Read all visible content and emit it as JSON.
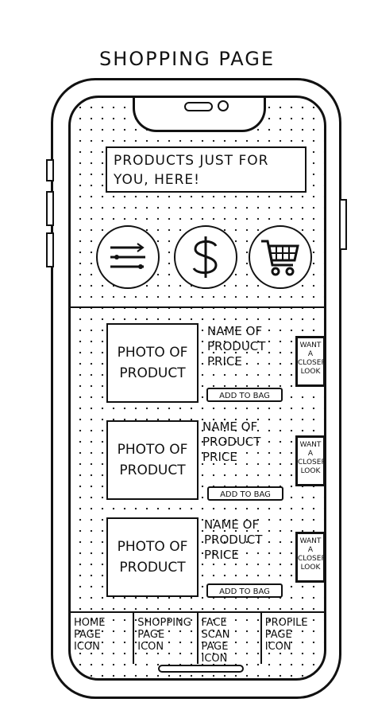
{
  "title": "SHOPPING PAGE",
  "banner": {
    "line1": "PRODUCTS JUST FOR",
    "line2": "YOU, HERE!"
  },
  "quick_actions": [
    {
      "icon": "filter-sliders-icon"
    },
    {
      "icon": "dollar-icon"
    },
    {
      "icon": "cart-icon"
    }
  ],
  "products": [
    {
      "photo_line1": "PHOTO OF",
      "photo_line2": "PRODUCT",
      "name_line1": "NAME OF",
      "name_line2": "PRODUCT",
      "price": "PRICE",
      "add": "ADD TO BAG",
      "closer": [
        "WANT",
        "A",
        "CLOSER",
        "LOOK"
      ]
    },
    {
      "photo_line1": "PHOTO OF",
      "photo_line2": "PRODUCT",
      "name_line1": "NAME OF",
      "name_line2": "PRODUCT",
      "price": "PRICE",
      "add": "ADD TO BAG",
      "closer": [
        "WANT",
        "A",
        "CLOSER",
        "LOOK"
      ]
    },
    {
      "photo_line1": "PHOTO OF",
      "photo_line2": "PRODUCT",
      "name_line1": "NAME OF",
      "name_line2": "PRODUCT",
      "price": "PRICE",
      "add": "ADD TO BAG",
      "closer": [
        "WANT",
        "A",
        "CLOSER",
        "LOOK"
      ]
    }
  ],
  "tabs": [
    {
      "line1": "HOME",
      "line2": "PAGE",
      "line3": "ICON"
    },
    {
      "line1": "SHOPPING",
      "line2": "PAGE",
      "line3": "ICON"
    },
    {
      "line1": "FACE",
      "line2": "SCAN PAGE",
      "line3": "ICON"
    },
    {
      "line1": "PROFILE",
      "line2": "PAGE",
      "line3": "ICON"
    }
  ]
}
